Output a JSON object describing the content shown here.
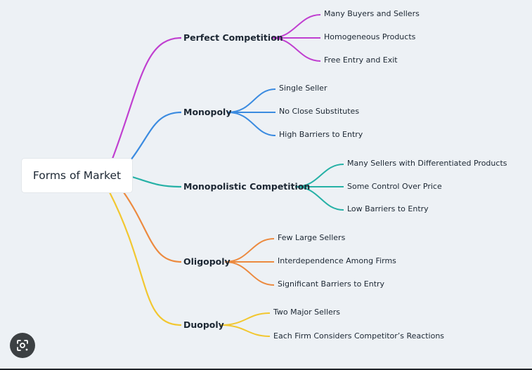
{
  "root": {
    "label": "Forms of Market"
  },
  "colors": {
    "perfect": "#c03fd0",
    "monopoly": "#3b8be0",
    "monopolistic": "#26b1a6",
    "oligopoly": "#ec8a3f",
    "duopoly": "#f2c730"
  },
  "branches": [
    {
      "label": "Perfect Competition",
      "children": [
        "Many Buyers and Sellers",
        "Homogeneous Products",
        "Free Entry and Exit"
      ]
    },
    {
      "label": "Monopoly",
      "children": [
        "Single Seller",
        "No Close Substitutes",
        "High Barriers to Entry"
      ]
    },
    {
      "label": "Monopolistic Competition",
      "children": [
        "Many Sellers with Differentiated Products",
        "Some Control Over Price",
        "Low Barriers to Entry"
      ]
    },
    {
      "label": "Oligopoly",
      "children": [
        "Few Large Sellers",
        "Interdependence Among Firms",
        "Significant Barriers to Entry"
      ]
    },
    {
      "label": "Duopoly",
      "children": [
        "Two Major Sellers",
        "Each Firm Considers Competitor’s Reactions"
      ]
    }
  ],
  "overlay": {
    "icon": "lens-search-icon"
  }
}
